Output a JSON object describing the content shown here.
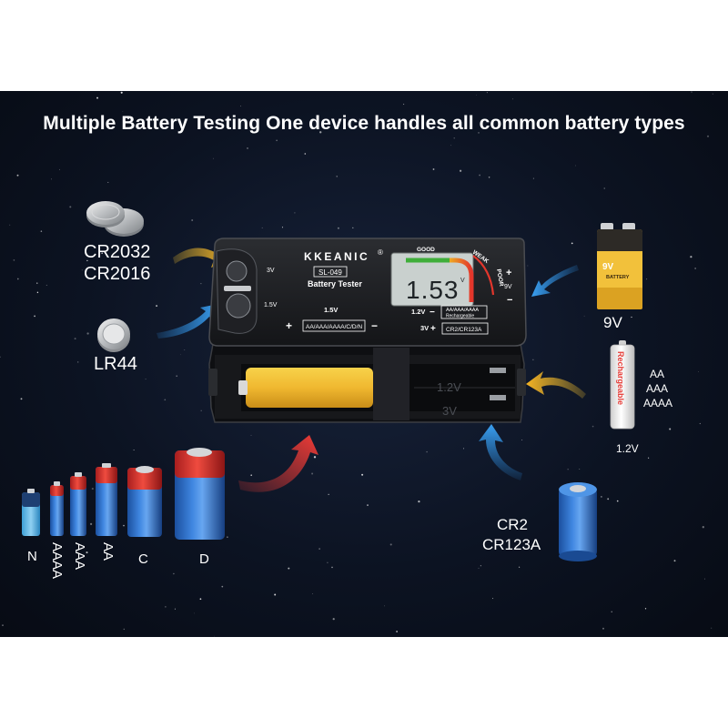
{
  "headline": "Multiple Battery Testing One device handles all common battery types",
  "colors": {
    "panel_bg": "#0c1322",
    "accent_yellow": "#f5b323",
    "accent_blue": "#2c8fe6",
    "accent_red": "#e53a35",
    "lcd_bg": "#c8cfcd"
  },
  "device": {
    "brand": "KKEANIC",
    "registered": "®",
    "model": "SL-049",
    "name": "Battery Tester",
    "reading": "1.53",
    "reading_unit": "V",
    "gauge": {
      "good": "GOOD",
      "weak": "WEAK",
      "poor": "POOR"
    },
    "coin_labels": {
      "v3": "3V",
      "v15": "1.5V"
    },
    "nine_volt": {
      "label": "9V",
      "plus": "+",
      "minus": "−"
    },
    "slot_15v": {
      "voltage": "1.5V",
      "types": "AA/AAA/AAAA/C/D/N",
      "plus": "+",
      "minus": "−"
    },
    "slot_12v": {
      "voltage": "1.2V",
      "types": "AA/AAA/AAAA",
      "sub": "Rechargeable",
      "minus": "−"
    },
    "slot_3v": {
      "voltage": "3V",
      "types": "CR2/CR123A",
      "plus": "+"
    },
    "bay_12v": "1.2V",
    "bay_3v": "3V"
  },
  "labels": {
    "cr2032": "CR2032",
    "cr2016": "CR2016",
    "lr44": "LR44",
    "nine_v": "9V",
    "nine_v_top": "9V",
    "nine_v_brand": "BATTERY",
    "aa": "AA",
    "aaa": "AAA",
    "aaaa": "AAAA",
    "rechargeable_v": "1.2V",
    "rechargeable_print": "Rechargeable",
    "cr2": "CR2",
    "cr123a": "CR123A",
    "size_n": "N",
    "size_aaaa": "AAAA",
    "size_aaa": "AAA",
    "size_aa": "AA",
    "size_c": "C",
    "size_d": "D"
  }
}
